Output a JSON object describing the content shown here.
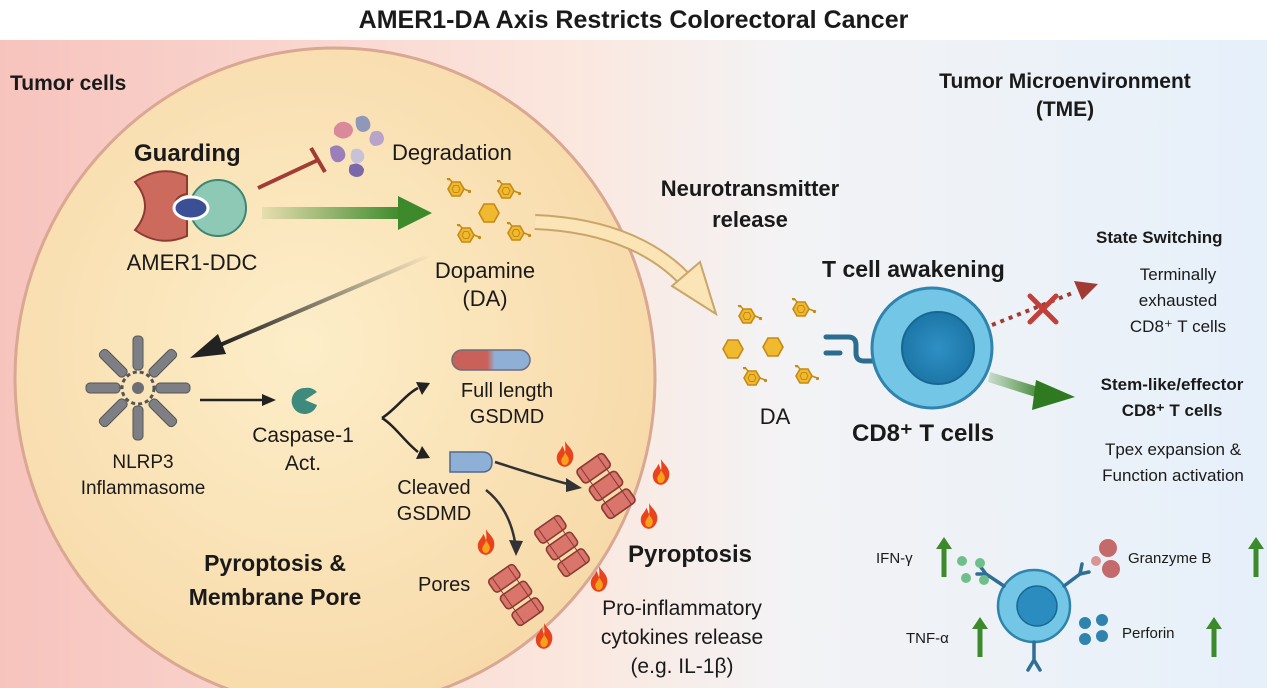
{
  "title": "AMER1-DA Axis Restricts Colorectoral Cancer",
  "regions": {
    "tumor_cells": "Tumor cells",
    "tme_line1": "Tumor Microenvironment",
    "tme_line2": "(TME)"
  },
  "tumor": {
    "guarding": "Guarding",
    "degradation": "Degradation",
    "amer1_ddc": "AMER1-DDC",
    "dopamine": "Dopamine",
    "dopamine_abbr": "(DA)",
    "nlrp3": "NLRP3",
    "inflammasome": "Inflammasome",
    "caspase": "Caspase-1",
    "act": "Act.",
    "full_length": "Full length",
    "gsdmd": "GSDMD",
    "cleaved": "Cleaved",
    "cleaved_gsdmd": "GSDMD",
    "pores": "Pores",
    "pyroptosis_membrane_1": "Pyroptosis &",
    "pyroptosis_membrane_2": "Membrane Pore",
    "pyroptosis": "Pyroptosis",
    "cytokines_1": "Pro-inflammatory",
    "cytokines_2": "cytokines release",
    "cytokines_3": "(e.g. IL-1β)"
  },
  "middle": {
    "neuro_1": "Neurotransmitter",
    "neuro_2": "release",
    "da": "DA",
    "t_awakening": "T cell awakening",
    "cd8_main": "CD8⁺ T cells"
  },
  "tme": {
    "state_switching": "State Switching",
    "terminal_1": "Terminally",
    "terminal_2": "exhausted",
    "terminal_3": "CD8⁺ T cells",
    "stem_1": "Stem-like/effector",
    "stem_2": "CD8⁺ T cells",
    "tpex_1": "Tpex expansion &",
    "tpex_2": "Function activation",
    "ifn": "IFN-γ",
    "tnf": "TNF-α",
    "granzyme": "Granzyme B",
    "perforin": "Perforin"
  },
  "colors": {
    "tumor_bg": "#f8c9c3",
    "cell_fill": "#fbe8bd",
    "cell_border": "#d9a792",
    "tme_bg": "#e8f1fa",
    "green_arrow": "#3d8a2c",
    "dopamine": "#f0b930",
    "tcell": "#55b6dd",
    "inhibit_red": "#c2403a",
    "ddc_teal": "#8ec9b5",
    "amer1_red": "#cd6a5e"
  }
}
